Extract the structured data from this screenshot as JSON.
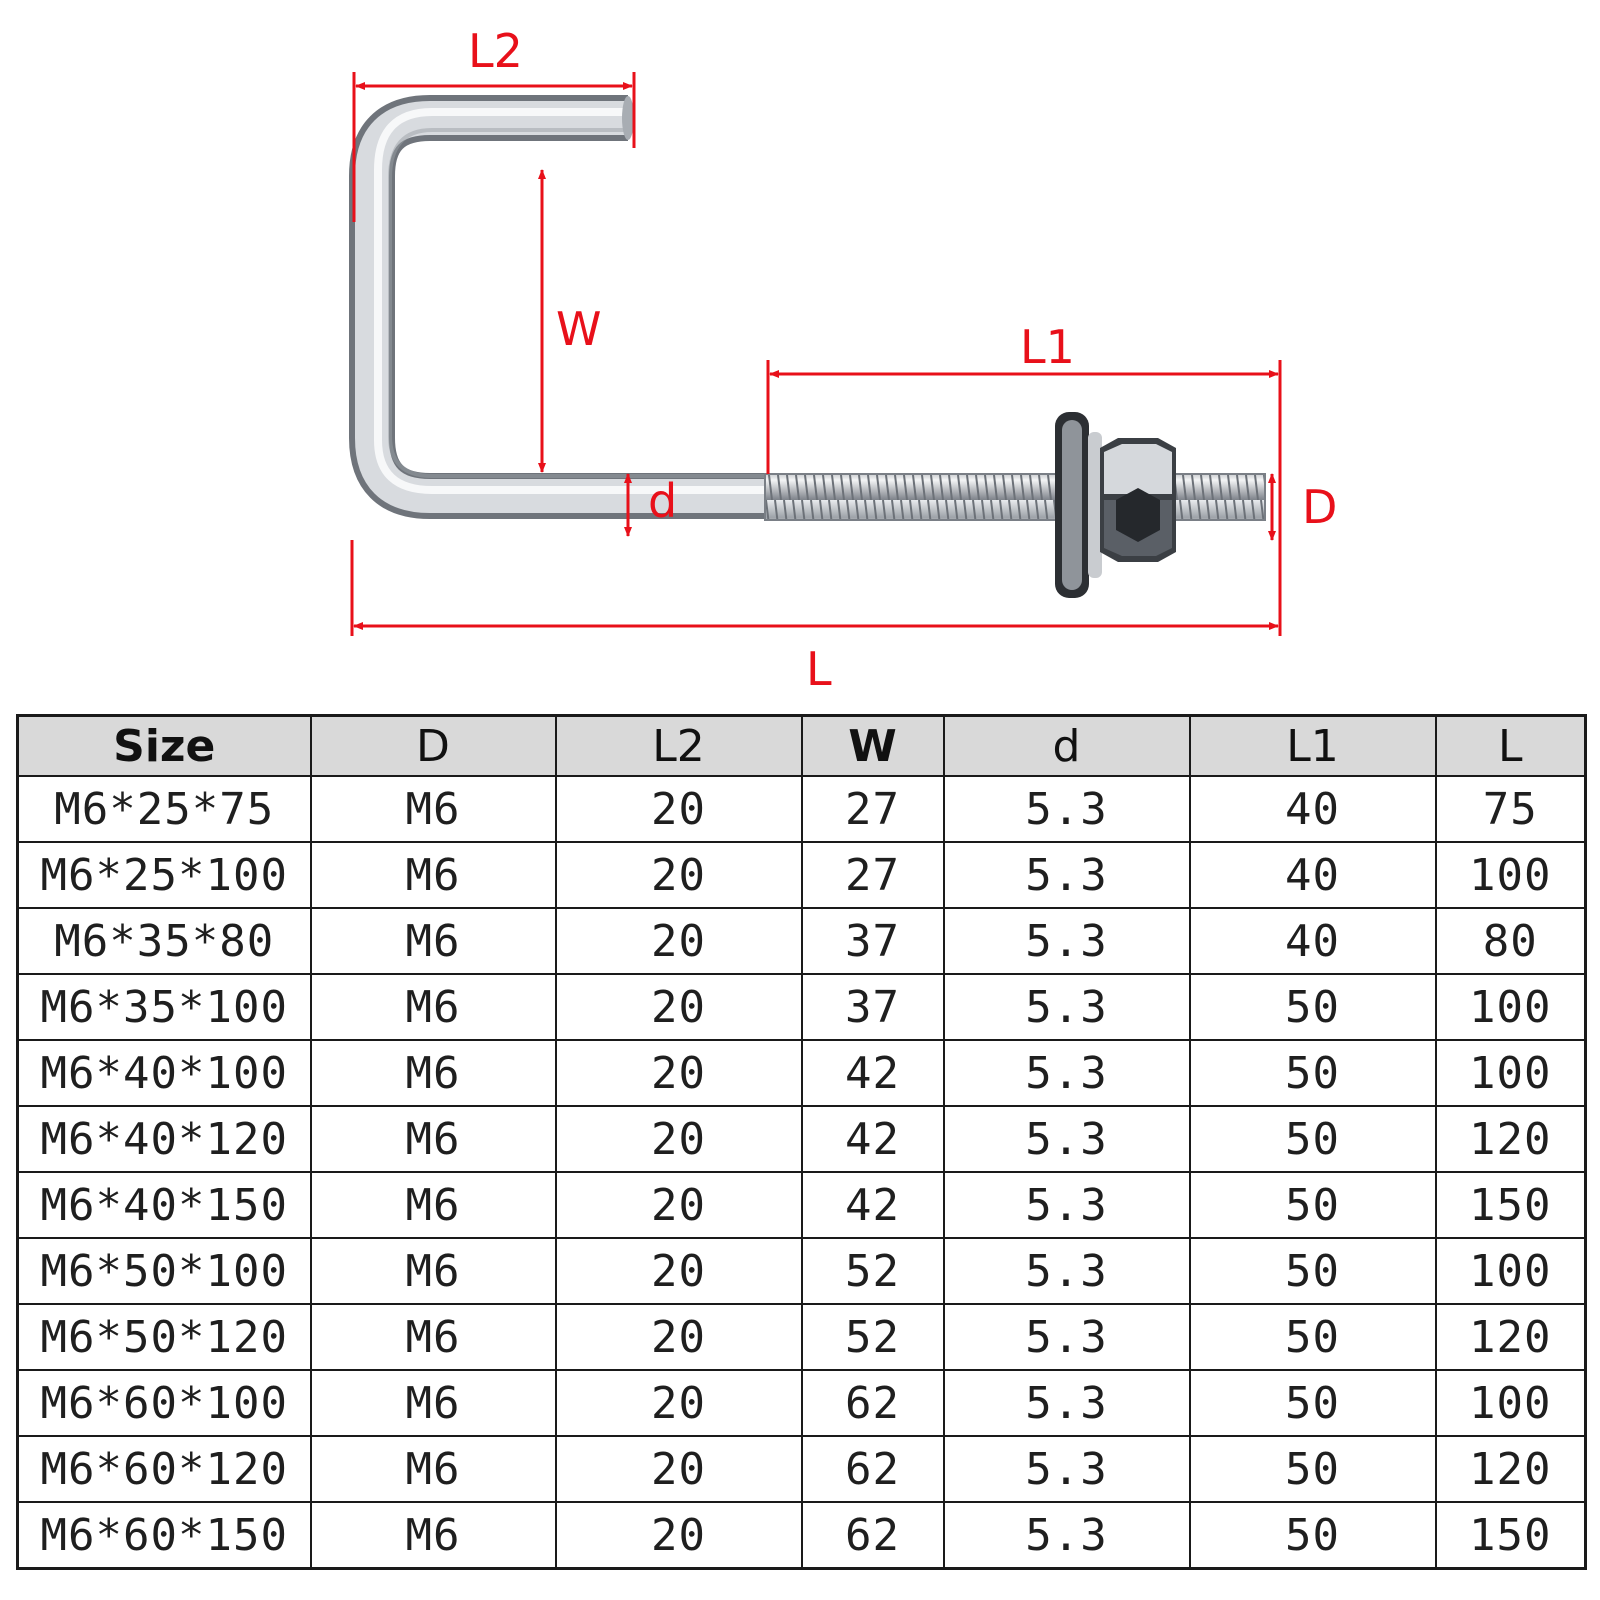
{
  "diagram": {
    "labels": {
      "L2": "L2",
      "W": "W",
      "L1": "L1",
      "d": "d",
      "D": "D",
      "L": "L"
    },
    "dimension_color": "#e8101a",
    "metal_color": "#b8bcc2"
  },
  "table": {
    "headers": [
      "Size",
      "D",
      "L2",
      "W",
      "d",
      "L1",
      "L"
    ],
    "header_bg": "#d9d9d9",
    "rows": [
      [
        "M6*25*75",
        "M6",
        "20",
        "27",
        "5.3",
        "40",
        "75"
      ],
      [
        "M6*25*100",
        "M6",
        "20",
        "27",
        "5.3",
        "40",
        "100"
      ],
      [
        "M6*35*80",
        "M6",
        "20",
        "37",
        "5.3",
        "40",
        "80"
      ],
      [
        "M6*35*100",
        "M6",
        "20",
        "37",
        "5.3",
        "50",
        "100"
      ],
      [
        "M6*40*100",
        "M6",
        "20",
        "42",
        "5.3",
        "50",
        "100"
      ],
      [
        "M6*40*120",
        "M6",
        "20",
        "42",
        "5.3",
        "50",
        "120"
      ],
      [
        "M6*40*150",
        "M6",
        "20",
        "42",
        "5.3",
        "50",
        "150"
      ],
      [
        "M6*50*100",
        "M6",
        "20",
        "52",
        "5.3",
        "50",
        "100"
      ],
      [
        "M6*50*120",
        "M6",
        "20",
        "52",
        "5.3",
        "50",
        "120"
      ],
      [
        "M6*60*100",
        "M6",
        "20",
        "62",
        "5.3",
        "50",
        "100"
      ],
      [
        "M6*60*120",
        "M6",
        "20",
        "62",
        "5.3",
        "50",
        "120"
      ],
      [
        "M6*60*150",
        "M6",
        "20",
        "62",
        "5.3",
        "50",
        "150"
      ]
    ]
  }
}
